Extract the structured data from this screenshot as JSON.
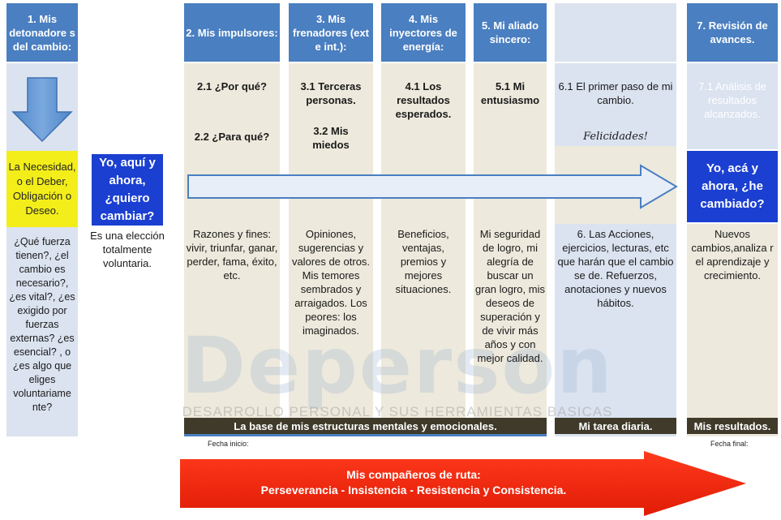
{
  "headers": {
    "h1": "1. Mis detonadore s del cambio:",
    "h2": "2. Mis impulsores:",
    "h3": "3. Mis frenadores (ext e int.):",
    "h4": "4. Mis inyectores de energía:",
    "h5": "5. Mi aliado sincero:",
    "h7": "7. Revisión de avances."
  },
  "col1": {
    "yellow": "La Necesidad, o el Deber, Obligación o Deseo.",
    "questions": "¿Qué fuerza tienen?, ¿el cambio es necesario?, ¿es vital?, ¿es exigido por fuerzas externas? ¿es esencial? , o ¿es algo que eliges voluntariame nte?"
  },
  "col_extra": {
    "question": "Yo, aquí y ahora, ¿quiero cambiar?",
    "answer": "Es una elección totalmente voluntaria."
  },
  "col2": {
    "q1": "2.1 ¿Por qué?",
    "q2": "2.2 ¿Para qué?",
    "body": "Razones y fines: vivir, triunfar, ganar, perder, fama, éxito, etc."
  },
  "col3": {
    "q1": "3.1 Terceras personas.",
    "q2": "3.2 Mis miedos",
    "body": "Opiniones, sugerencias y valores de otros. Mis temores sembrados y arraigados. Los peores: los imaginados."
  },
  "col4": {
    "q1": "4.1 Los resultados esperados.",
    "body": "Beneficios, ventajas, premios y mejores situaciones."
  },
  "col5": {
    "q1": "5.1 Mi entusiasmo",
    "body": "Mi seguridad de logro, mi alegría de buscar un gran logro, mis deseos de superación y de vivir más años y con mejor calidad."
  },
  "col6": {
    "q1": "6.1 El primer paso de mi cambio.",
    "congrats": "Felicidades!",
    "body": "6. Las Acciones, ejercicios, lecturas, etc que harán que el cambio se de. Refuerzos, anotaciones y nuevos hábitos."
  },
  "col7": {
    "q1": "7.1 Análisis de resultados alcanzados.",
    "question": "Yo, acá y ahora, ¿he cambiado?",
    "body": "Nuevos cambios,analiza r el aprendizaje y crecimiento."
  },
  "footer": {
    "base": "La base de  mis estructuras mentales y emocionales.",
    "daily": "Mi tarea diaria.",
    "results": "Mis resultados.",
    "start": "Fecha inicio:",
    "end": "Fecha final:"
  },
  "watermark": {
    "main": "Deperson",
    "sub": "DESARROLLO PERSONAL Y SUS HERRAMIENTAS BASICAS"
  },
  "bottom_arrow": {
    "line1": "Mis compañeros de ruta:",
    "line2": "Perseverancia - Insistencia - Resistencia y Consistencia."
  },
  "colors": {
    "header_blue": "#4a7fc1",
    "light_blue": "#dbe3f0",
    "beige": "#ede9dc",
    "deep_blue": "#1b3fd1",
    "yellow": "#f3ee1a",
    "footer_dark": "#3f3a2a",
    "red_arrow": "#f02810"
  }
}
